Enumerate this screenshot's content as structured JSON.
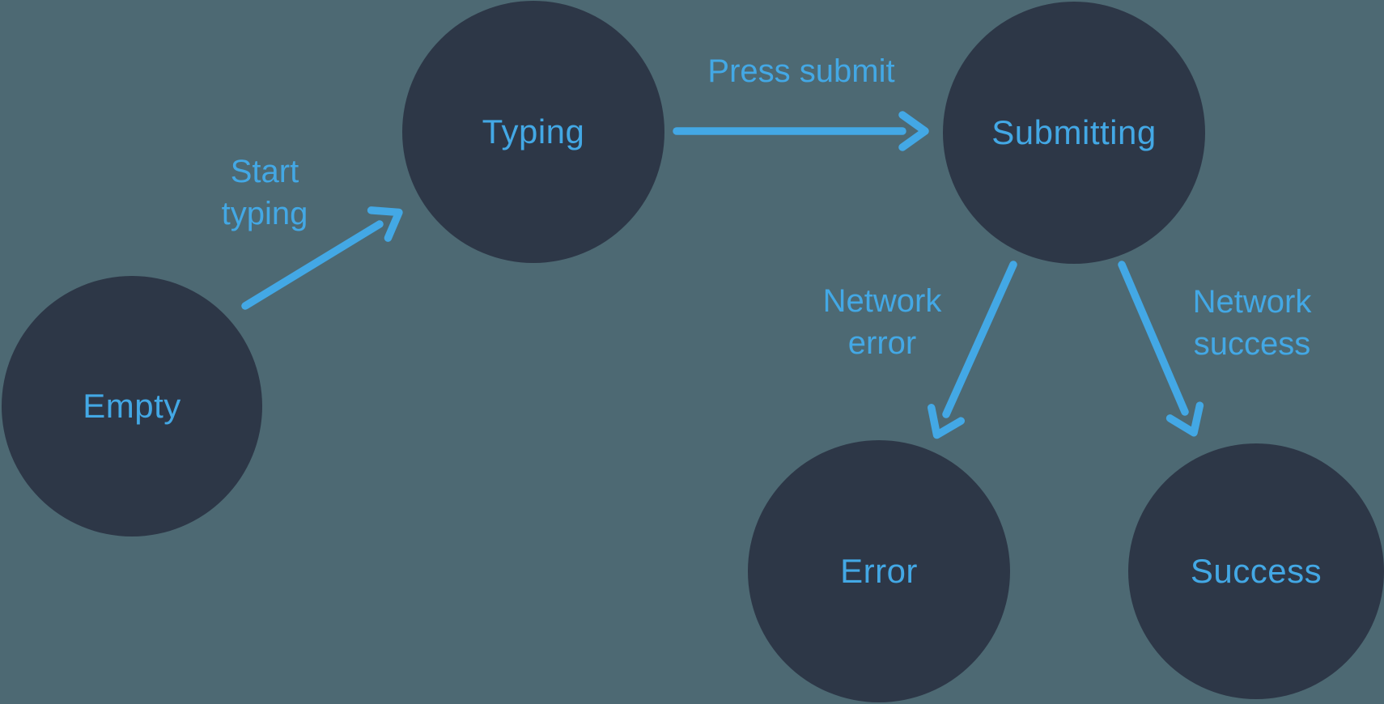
{
  "diagram": {
    "type": "state-machine-diagram",
    "colors": {
      "background": "#4d6973",
      "node_fill": "#2d3747",
      "accent_blue": "#43a8e5"
    },
    "nodes": [
      {
        "id": "empty",
        "label": "Empty"
      },
      {
        "id": "typing",
        "label": "Typing"
      },
      {
        "id": "submitting",
        "label": "Submitting"
      },
      {
        "id": "error",
        "label": "Error"
      },
      {
        "id": "success",
        "label": "Success"
      }
    ],
    "edges": [
      {
        "id": "start-typing",
        "from": "empty",
        "to": "typing",
        "label": "Start typing",
        "label_lines": [
          "Start",
          "typing"
        ]
      },
      {
        "id": "press-submit",
        "from": "typing",
        "to": "submitting",
        "label": "Press submit",
        "label_lines": [
          "Press submit"
        ]
      },
      {
        "id": "network-error",
        "from": "submitting",
        "to": "error",
        "label": "Network error",
        "label_lines": [
          "Network",
          "error"
        ]
      },
      {
        "id": "network-success",
        "from": "submitting",
        "to": "success",
        "label": "Network success",
        "label_lines": [
          "Network",
          "success"
        ]
      }
    ]
  }
}
